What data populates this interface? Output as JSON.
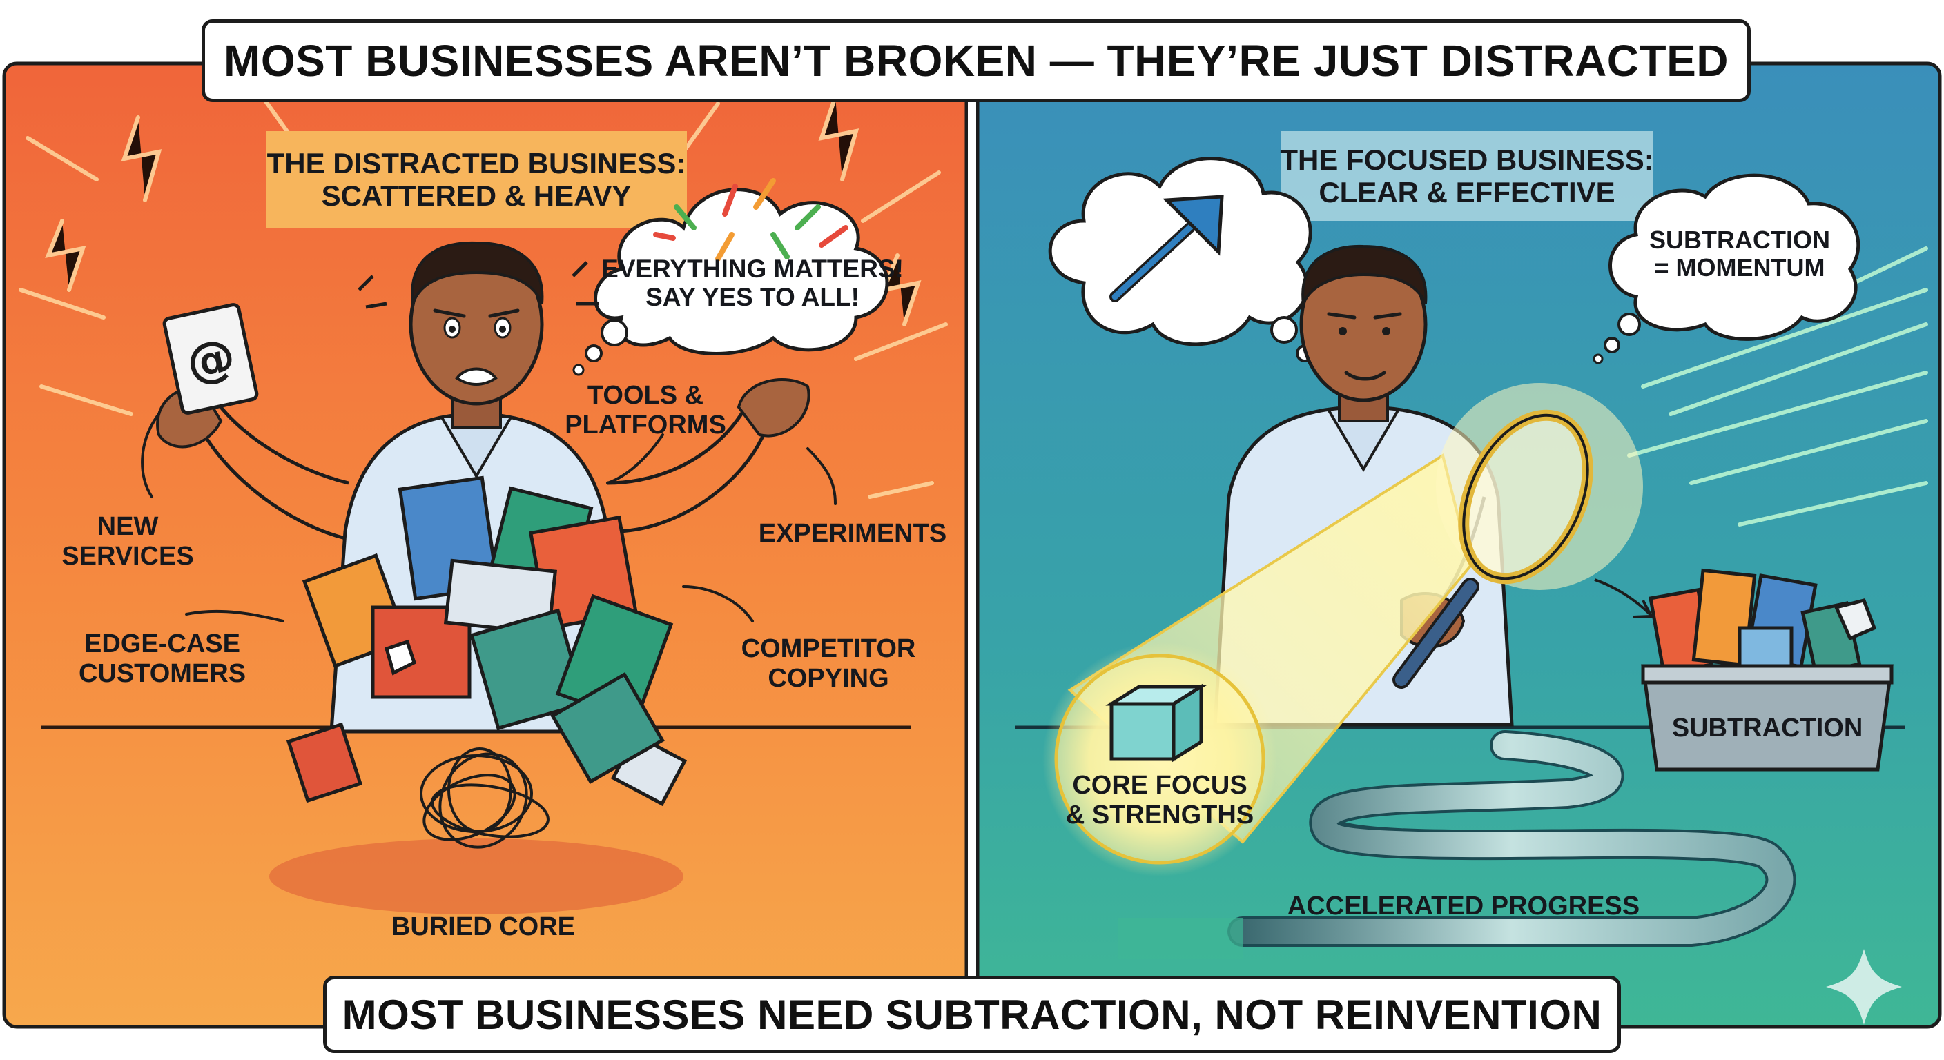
{
  "header": {
    "title": "MOST BUSINESSES AREN’T BROKEN — THEY’RE JUST DISTRACTED"
  },
  "footer": {
    "tagline": "MOST BUSINESSES NEED SUBTRACTION, NOT REINVENTION"
  },
  "left_panel": {
    "heading_line1": "THE DISTRACTED BUSINESS:",
    "heading_line2": "SCATTERED & HEAVY",
    "thought_line1": "EVERYTHING MATTERS!",
    "thought_line2": "SAY YES TO ALL!",
    "labels": {
      "new_services_1": "NEW",
      "new_services_2": "SERVICES",
      "tools_1": "TOOLS &",
      "tools_2": "PLATFORMS",
      "experiments": "EXPERIMENTS",
      "edge_case_1": "EDGE-CASE",
      "edge_case_2": "CUSTOMERS",
      "competitor_1": "COMPETITOR",
      "competitor_2": "COPYING",
      "buried_core": "BURIED CORE"
    },
    "colors": {
      "bg_top": "#f4783c",
      "bg_bottom": "#f6a34a",
      "heading_bg": "#f7b55c"
    }
  },
  "right_panel": {
    "heading_line1": "THE FOCUSED BUSINESS:",
    "heading_line2": "CLEAR & EFFECTIVE",
    "thought_line1": "SUBTRACTION",
    "thought_line2": "= MOMENTUM",
    "labels": {
      "core_1": "CORE FOCUS",
      "core_2": "& STRENGTHS",
      "subtraction": "SUBTRACTION",
      "progress": "ACCELERATED PROGRESS"
    },
    "colors": {
      "bg_top": "#3d95b8",
      "bg_bottom": "#39ad95",
      "heading_bg": "#a6d3df"
    }
  },
  "icons": [
    "at-sign-icon",
    "arrow-up-right-icon",
    "magnifying-glass-icon",
    "sparkle-icon"
  ]
}
